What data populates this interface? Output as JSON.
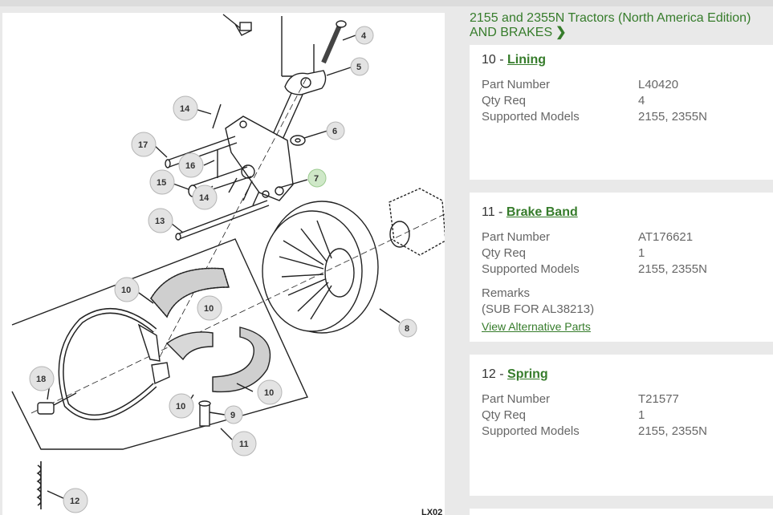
{
  "breadcrumb": {
    "line1": "2155 and 2355N Tractors (North America Edition)",
    "line2": "AND BRAKES",
    "chevron_icon": "chevron-right-icon"
  },
  "diagram": {
    "corner_label": "LX02",
    "callouts": [
      "4",
      "5",
      "6",
      "7",
      "8",
      "9",
      "10",
      "10",
      "10",
      "10",
      "10",
      "11",
      "12",
      "13",
      "14",
      "14",
      "15",
      "16",
      "17",
      "18"
    ]
  },
  "parts": [
    {
      "num": "10 - ",
      "name": "Lining",
      "part_number_label": "Part Number",
      "part_number": "L40420",
      "qty_label": "Qty Req",
      "qty": "4",
      "models_label": "Supported Models",
      "models": "2155, 2355N"
    },
    {
      "num": "11 - ",
      "name": "Brake Band",
      "part_number_label": "Part Number",
      "part_number": "AT176621",
      "qty_label": "Qty Req",
      "qty": "1",
      "models_label": "Supported Models",
      "models": "2155, 2355N",
      "remarks_label": "Remarks",
      "remarks": "(SUB FOR AL38213)",
      "alt_link": "View Alternative Parts"
    },
    {
      "num": "12 - ",
      "name": "Spring",
      "part_number_label": "Part Number",
      "part_number": "T21577",
      "qty_label": "Qty Req",
      "qty": "1",
      "models_label": "Supported Models",
      "models": "2155, 2355N"
    }
  ],
  "colors": {
    "accent": "#367c2b",
    "page_bg": "#e9e9e9",
    "callout_active": "#cfe8c8"
  }
}
